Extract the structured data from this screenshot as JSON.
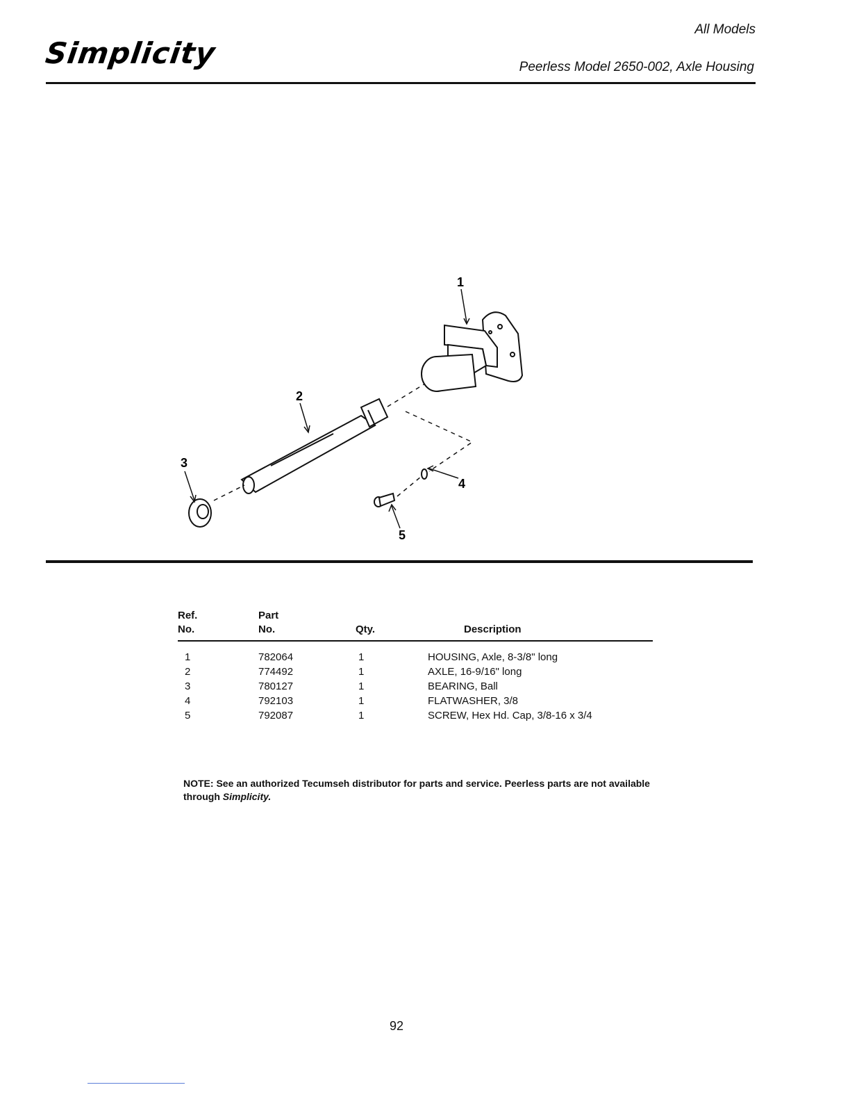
{
  "header": {
    "logo": "Simplicity",
    "models": "All Models",
    "title": "Peerless Model 2650-002, Axle Housing"
  },
  "diagram": {
    "callouts": [
      "1",
      "2",
      "3",
      "4",
      "5"
    ]
  },
  "table": {
    "headers": {
      "ref_1": "Ref.",
      "ref_2": "No.",
      "part_1": "Part",
      "part_2": "No.",
      "qty": "Qty.",
      "desc": "Description"
    },
    "rows": [
      {
        "ref": "1",
        "part": "782064",
        "qty": "1",
        "desc": "HOUSING, Axle, 8-3/8\" long"
      },
      {
        "ref": "2",
        "part": "774492",
        "qty": "1",
        "desc": "AXLE, 16-9/16\" long"
      },
      {
        "ref": "3",
        "part": "780127",
        "qty": "1",
        "desc": "BEARING, Ball"
      },
      {
        "ref": "4",
        "part": "792103",
        "qty": "1",
        "desc": "FLATWASHER, 3/8"
      },
      {
        "ref": "5",
        "part": "792087",
        "qty": "1",
        "desc": "SCREW, Hex Hd. Cap, 3/8-16 x 3/4"
      }
    ]
  },
  "note": {
    "lead": "NOTE:",
    "text": "See an authorized Tecumseh distributor for parts and service. Peerless parts are not available through",
    "brand": "Simplicity."
  },
  "page_number": "92"
}
